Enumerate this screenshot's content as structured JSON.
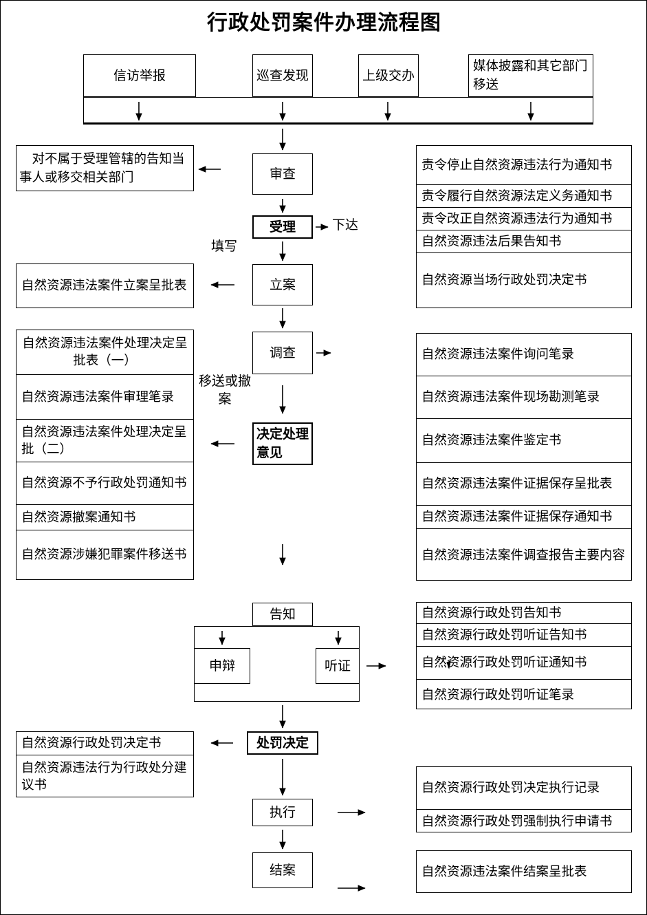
{
  "document": {
    "title": "行政处罚案件办理流程图"
  },
  "intake": {
    "boxes": [
      {
        "label": "信访举报"
      },
      {
        "label": "巡查发现"
      },
      {
        "label": "上级交办"
      },
      {
        "label": "媒体披露和其它部门移送"
      }
    ]
  },
  "process": {
    "steps": [
      {
        "label": "审查"
      },
      {
        "label": "受理"
      },
      {
        "label": "立案"
      },
      {
        "label": "调查"
      },
      {
        "label": "决定处理意见"
      },
      {
        "label": "告知"
      },
      {
        "label": "申辩"
      },
      {
        "label": "听证"
      },
      {
        "label": "处罚决定"
      },
      {
        "label": "执行"
      },
      {
        "label": "结案"
      }
    ]
  },
  "annotations": {
    "xiada": "下达",
    "tianxie": "填写",
    "yisong_or_chean": "移送或撤案"
  },
  "left_column": {
    "review_reject": {
      "label": "　对不属于受理管辖的告知当事人或移交相关部门"
    },
    "filing_form": {
      "rows": [
        "自然资源违法案件立案呈批表"
      ]
    },
    "decision_docs": {
      "rows": [
        "自然资源违法案件处理决定呈批表（一）",
        "自然资源违法案件审理笔录",
        "自然资源违法案件处理决定呈批（二）",
        "自然资源不予行政处罚通知书",
        "自然资源撤案通知书",
        "自然资源涉嫌犯罪案件移送书"
      ]
    },
    "penalty_docs": {
      "rows": [
        "自然资源行政处罚决定书",
        "自然资源违法行为行政处分建议书"
      ]
    }
  },
  "right_column": {
    "acceptance_docs": {
      "rows": [
        "责令停止自然资源违法行为通知书",
        "责令履行自然资源法定义务通知书",
        "责令改正自然资源违法行为通知书",
        "自然资源违法后果告知书",
        "自然资源当场行政处罚决定书"
      ]
    },
    "investigation_docs": {
      "rows": [
        "自然资源违法案件询问笔录",
        "自然资源违法案件现场勘测笔录",
        "自然资源违法案件鉴定书",
        "自然资源违法案件证据保存呈批表",
        "自然资源违法案件证据保存通知书",
        "自然资源违法案件调查报告主要内容"
      ]
    },
    "notification_docs": {
      "rows": [
        "自然资源行政处罚告知书",
        "自然资源行政处罚听证告知书",
        "自然资源行政处罚听证通知书",
        "自然资源行政处罚听证笔录"
      ]
    },
    "execution_docs": {
      "rows": [
        "自然资源行政处罚决定执行记录",
        "自然资源行政处罚强制执行申请书"
      ]
    },
    "closing_docs": {
      "rows": [
        "自然资源违法案件结案呈批表"
      ]
    }
  }
}
